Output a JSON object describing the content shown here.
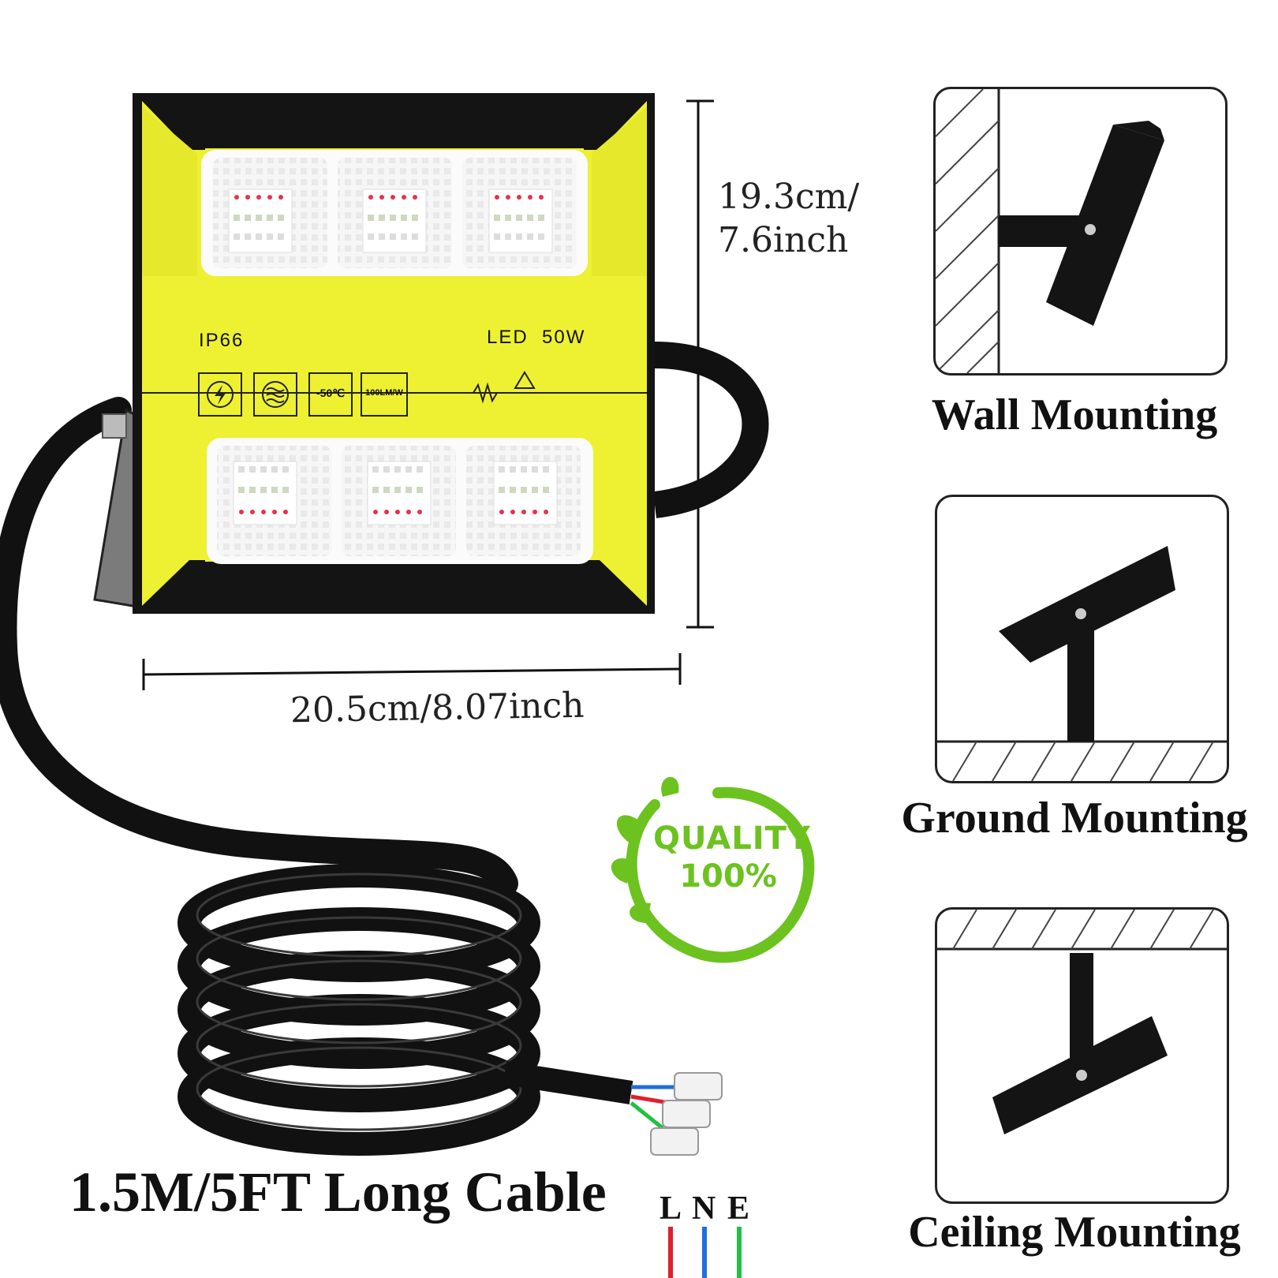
{
  "product": {
    "rating_label": "IP66",
    "power_label": "LED  50W",
    "temp_badge": "-50℃",
    "efficacy_badge": "100LM/W"
  },
  "dimensions": {
    "height_line1": "19.3cm/",
    "height_line2": "7.6inch",
    "width": "20.5cm/8.07inch"
  },
  "cable": {
    "label": "1.5M/5FT Long Cable",
    "wires": [
      {
        "letter": "L",
        "color": "#e0202a"
      },
      {
        "letter": "N",
        "color": "#1e6fe0"
      },
      {
        "letter": "E",
        "color": "#22c044"
      }
    ]
  },
  "badge": {
    "line1": "QUALITY",
    "line2": "100%",
    "color": "#6cc21f"
  },
  "mounting": [
    {
      "label": "Wall Mounting",
      "icon": "wall-mount-icon"
    },
    {
      "label": "Ground Mounting",
      "icon": "ground-mount-icon"
    },
    {
      "label": "Ceiling Mounting",
      "icon": "ceiling-mount-icon"
    }
  ],
  "colors": {
    "panel_yellow": "#eef032",
    "frame_black": "#141414"
  }
}
